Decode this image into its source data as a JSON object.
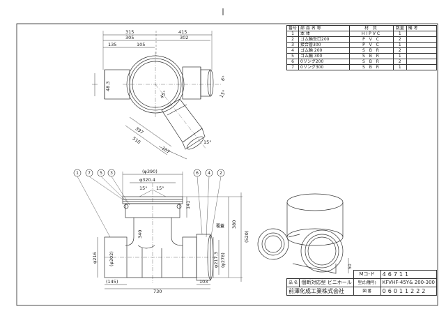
{
  "parts_table": {
    "headers": [
      "番号",
      "部 品 名 称",
      "材 質",
      "数量",
      "備 考"
    ],
    "rows": [
      {
        "no": "1",
        "name": "本 体",
        "material": "HIPVC",
        "qty": "1",
        "note": ""
      },
      {
        "no": "2",
        "name": "ゴム輪受口200",
        "material": "P V C",
        "qty": "2",
        "note": ""
      },
      {
        "no": "3",
        "name": "接合管300",
        "material": "P V C",
        "qty": "1",
        "note": ""
      },
      {
        "no": "4",
        "name": "ゴム輪 200",
        "material": "S B R",
        "qty": "2",
        "note": ""
      },
      {
        "no": "5",
        "name": "ゴム輪 300",
        "material": "S B R",
        "qty": "1",
        "note": ""
      },
      {
        "no": "6",
        "name": "0リング200",
        "material": "S B R",
        "qty": "2",
        "note": ""
      },
      {
        "no": "7",
        "name": "0リング300",
        "material": "S B R",
        "qty": "1",
        "note": ""
      }
    ]
  },
  "title_block": {
    "drawing_no_label": "Mコ-ド",
    "drawing_no": "46711",
    "name_label": "品 名",
    "name": "個断対応型 ビニホール",
    "model_label": "型式(種号)",
    "model": "KFVHF-45Y& 200-300",
    "company": "前澤化成工業株式会社",
    "doc_label": "図 番",
    "doc_no": "06011222"
  },
  "dims_top": {
    "d315": "315",
    "d415": "415",
    "d305": "305",
    "d302": "302",
    "d135": "135",
    "d105": "105",
    "d48": "48.3",
    "d45": "45°",
    "d397": "397",
    "d510": "510",
    "d107": "107",
    "d15a": "15°",
    "d15b": "15°",
    "d6": "6°"
  },
  "dims_front": {
    "d390": "(φ390)",
    "d3204": "φ320.4",
    "d15l": "15°",
    "d15r": "15°",
    "d141": "141",
    "d380": "380",
    "d520": "(520)",
    "d340": "340",
    "d216": "φ216",
    "d202": "(φ202)",
    "d2173": "φ217.3",
    "d278": "(φ278)",
    "d145": "(145)",
    "d730": "730",
    "d103": "103",
    "ref_label": "覆蓋"
  },
  "dims_iso": {
    "d50": "50"
  },
  "balloons": [
    "1",
    "7",
    "5",
    "3",
    "6",
    "4",
    "2"
  ]
}
